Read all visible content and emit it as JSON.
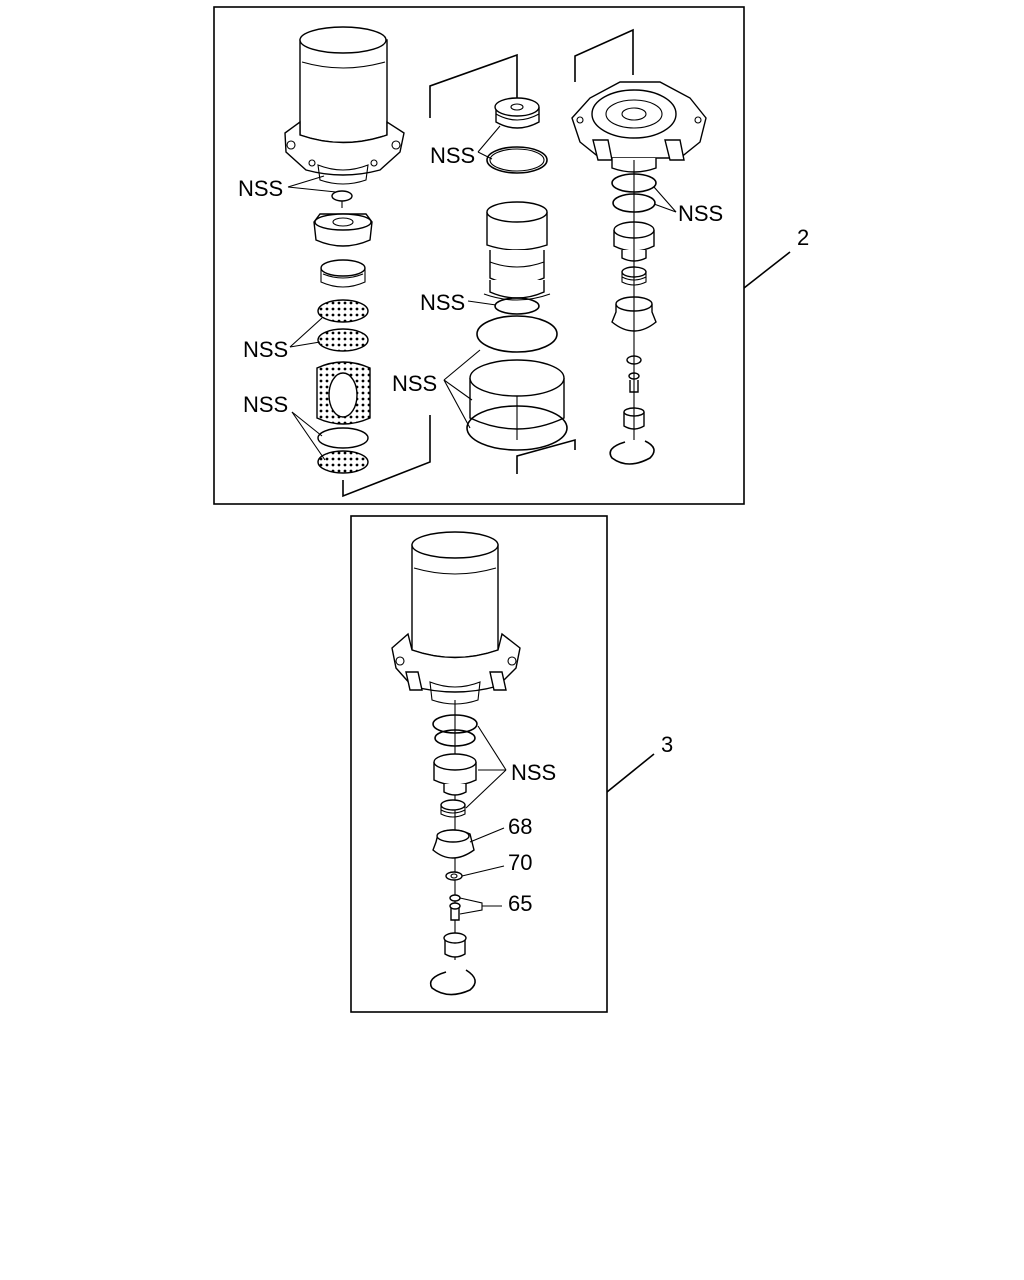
{
  "callouts": {
    "panel_2": "2",
    "panel_3": "3"
  },
  "labels": {
    "nss_dryer_top": "NSS",
    "nss_cap_ring": "NSS",
    "nss_valve_rings": "NSS",
    "nss_filter_screens": "NSS",
    "nss_lower_screens": "NSS",
    "nss_piston_ring": "NSS",
    "nss_large_rings": "NSS",
    "nss_panel3_seals": "NSS",
    "part_68": "68",
    "part_70": "70",
    "part_65": "65"
  }
}
